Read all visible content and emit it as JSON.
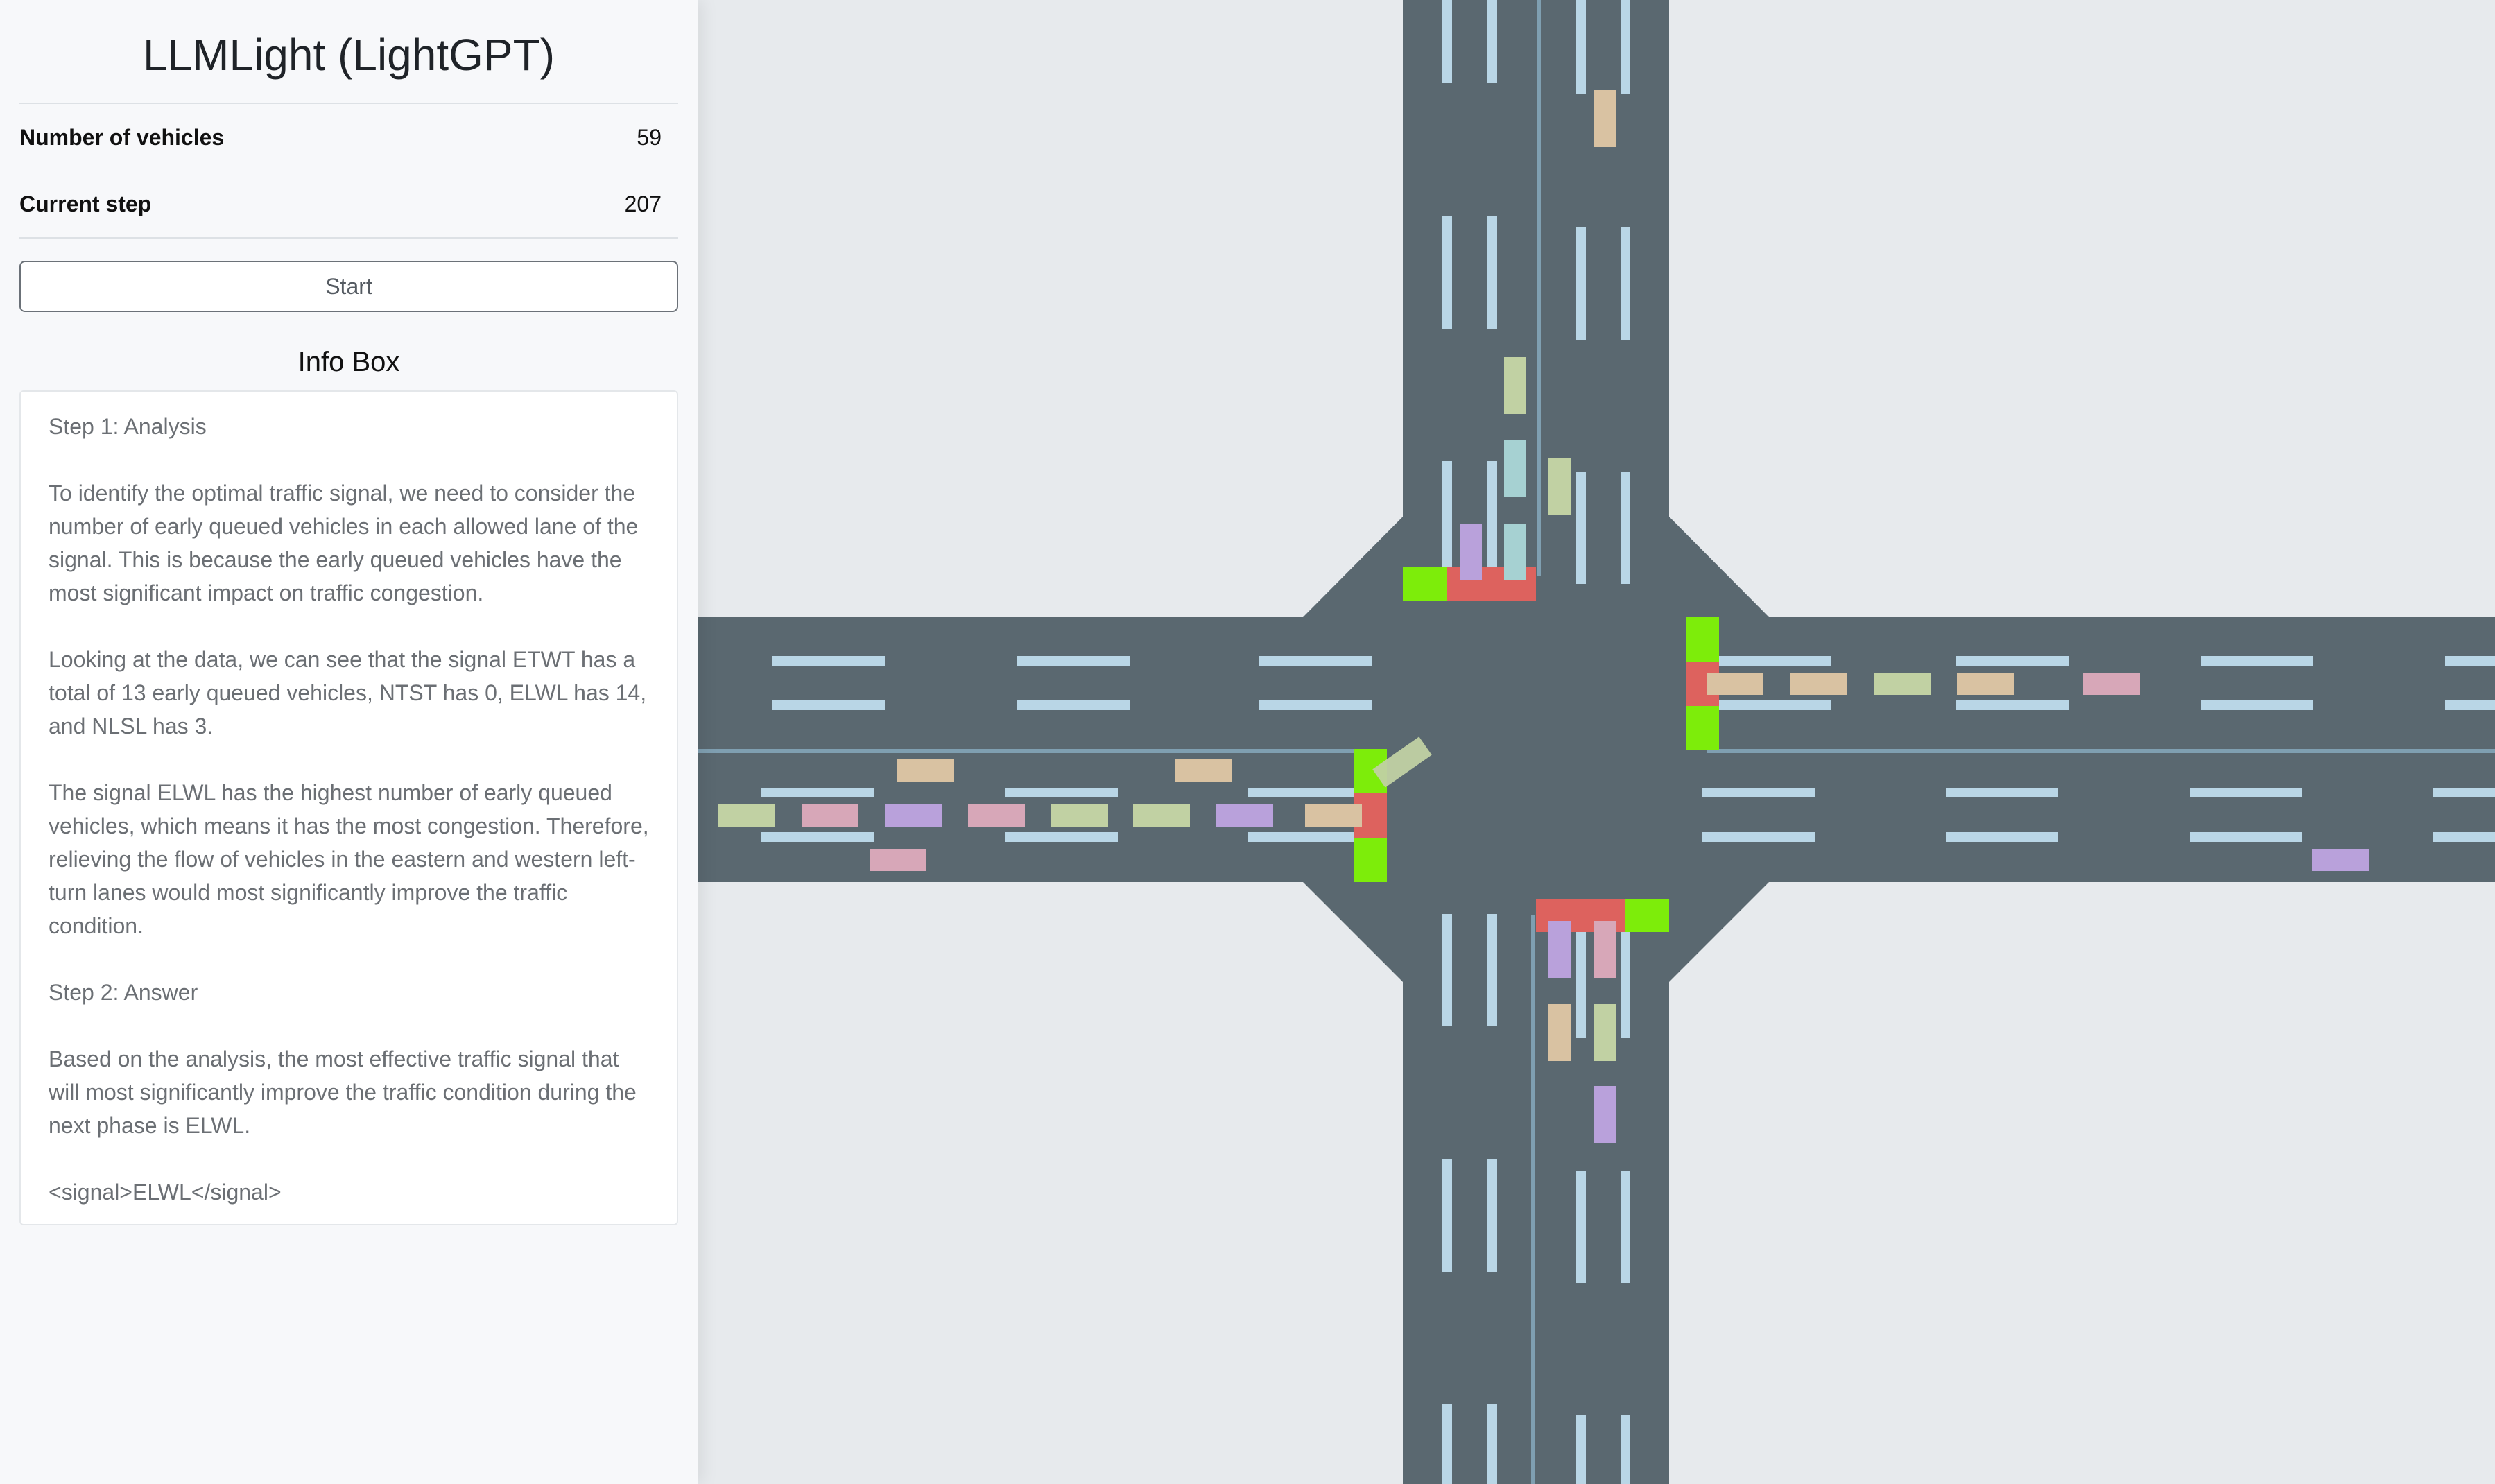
{
  "app": {
    "title": "LLMLight (LightGPT)"
  },
  "stats": {
    "vehicles_label": "Number of vehicles",
    "vehicles_value": "59",
    "step_label": "Current step",
    "step_value": "207"
  },
  "controls": {
    "start_label": "Start"
  },
  "info": {
    "title": "Info Box",
    "paragraphs": [
      "Step 1: Analysis",
      "To identify the optimal traffic signal, we need to consider the number of early queued vehicles in each allowed lane of the signal. This is because the early queued vehicles have the most significant impact on traffic congestion.",
      "Looking at the data, we can see that the signal ETWT has a total of 13 early queued vehicles, NTST has 0, ELWL has 14, and NLSL has 3.",
      "The signal ELWL has the highest number of early queued vehicles, which means it has the most congestion. Therefore, relieving the flow of vehicles in the eastern and western left-turn lanes would most significantly improve the traffic condition.",
      "Step 2: Answer",
      "Based on the analysis, the most effective traffic signal that will most significantly improve the traffic condition during the next phase is ELWL.",
      "<signal>ELWL</signal>"
    ]
  },
  "simulation": {
    "colors": {
      "background": "#e7eaed",
      "road": "#5a6870",
      "lane_marking": "#b9d6e6",
      "center_line": "#7f9fb1",
      "signal_green": "#7ded0a",
      "signal_red": "#dd625e"
    },
    "vehicle_colors": [
      "#d9c2a2",
      "#c1d1a3",
      "#a6d1d2",
      "#b9a1db",
      "#d7a7b8"
    ]
  }
}
